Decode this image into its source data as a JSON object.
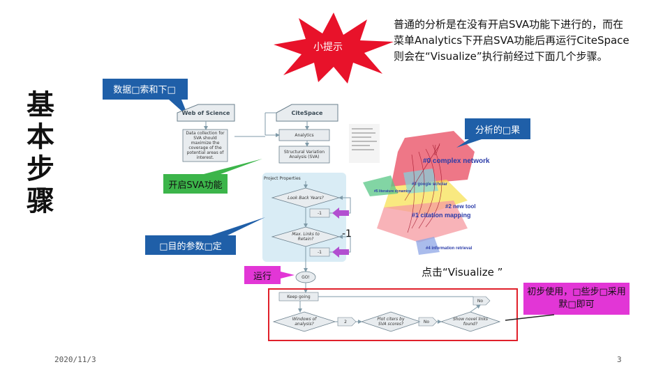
{
  "slide": {
    "title_chars": [
      "基",
      "本",
      "步",
      "骤"
    ],
    "intro_text": "普通的分析是在没有开启SVA功能下进行的，而在菜单Analytics下开启SVA功能后再运行CiteSpace则会在“Visualize”执行前经过下面几个步骤。",
    "date": "2020/11/3",
    "page_number": "3"
  },
  "callouts": {
    "tip": "小提示",
    "data_collection": "数据□索和下□",
    "results": "分析的□果",
    "enable_sva": "开启SVA功能",
    "params": "□目的参数□定",
    "run": "运行",
    "click_visualize": "点击“Visualize ”",
    "beginner_note": "初步使用，□些步□采用默□即可",
    "minus_one": "-1"
  },
  "flowchart": {
    "web_of_science": "Web of Science",
    "citespace": "CiteSpace",
    "data_collection_note": "Data collection for SVA should maximize the coverage of the potential areas of interest.",
    "analytics": "Analytics",
    "sva": "Structural Variation Analysis (SVA)",
    "project_properties": "Project Properties",
    "look_back": "Look Back Years?",
    "max_links": "Max. Links to Retain?",
    "minus1a": "-1",
    "minus1b": "-1",
    "go": "GO!",
    "keep_going": "Keep going",
    "no_top": "No",
    "windows": "Windows of analysis?",
    "two": "2",
    "plot": "Plot citers by SVA scores?",
    "no_mid": "No",
    "novel": "Show novel links found?"
  },
  "network": {
    "clusters": [
      "#0 complex network",
      "#2 new tool",
      "#1 citation mapping",
      "#5 literature dynamics",
      "#3 google scholar",
      "#4 information retrieval"
    ]
  },
  "colors": {
    "tip_star": "#e8122a",
    "blue_callout": "#1f5fa8",
    "green_callout": "#3cb54a",
    "pink_callout": "#e236d6",
    "red_frame": "#e0202a"
  }
}
